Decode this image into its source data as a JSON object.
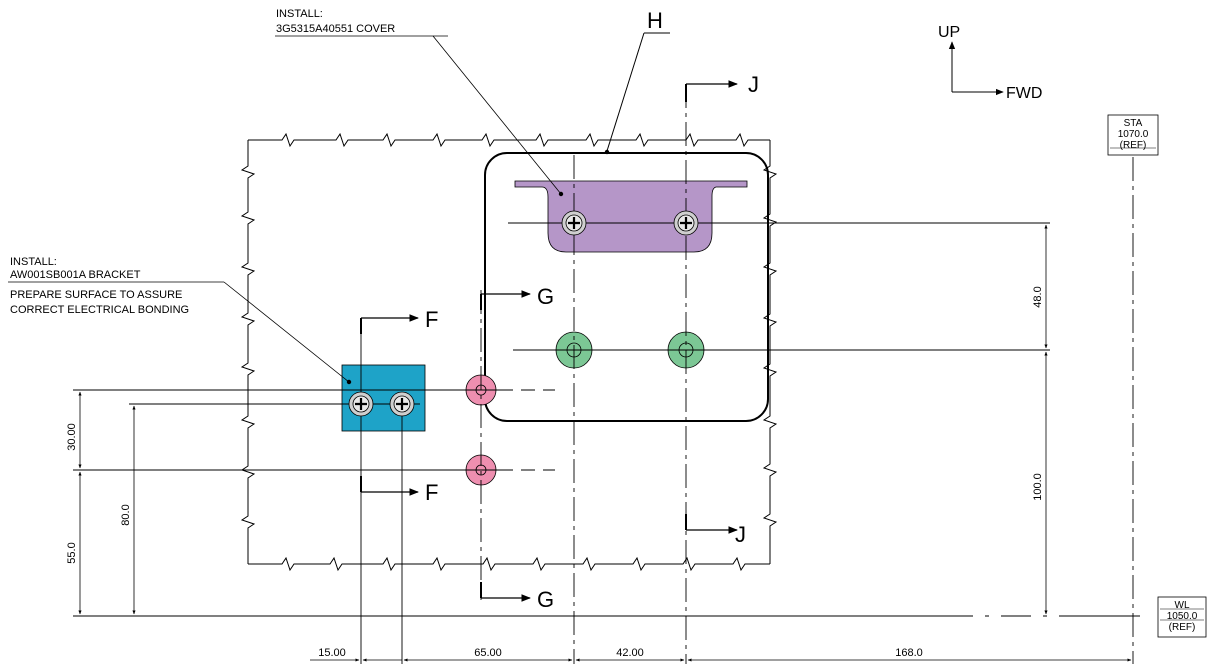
{
  "callouts": {
    "cover": {
      "line1": "INSTALL:",
      "line2": "3G5315A40551 COVER"
    },
    "bracket": {
      "line1": "INSTALL:",
      "line2": "AW001SB001A BRACKET",
      "line3": "PREPARE SURFACE TO ASSURE",
      "line4": "CORRECT ELECTRICAL BONDING"
    }
  },
  "view_labels": {
    "h": "H",
    "j": "J",
    "g": "G",
    "f": "F"
  },
  "orientation": {
    "up": "UP",
    "fwd": "FWD"
  },
  "reference_boxes": {
    "sta": {
      "line1": "STA",
      "line2": "1070.0",
      "line3": "(REF)"
    },
    "wl": {
      "line1": "WL",
      "line2": "1050.0",
      "line3": "(REF)"
    }
  },
  "dimensions": {
    "vertical_right_upper": "48.0",
    "vertical_right_lower": "100.0",
    "vertical_left_30": "30.00",
    "vertical_left_55": "55.0",
    "vertical_left_80": "80.0",
    "horizontal_15": "15.00",
    "horizontal_65": "65.00",
    "horizontal_42": "42.00",
    "horizontal_168": "168.0"
  },
  "colors": {
    "cover": "#b596c8",
    "bracket": "#1ea3c8",
    "green_fastener": "#7cc795",
    "pink_fastener": "#ee8fb0",
    "line": "#000000"
  }
}
